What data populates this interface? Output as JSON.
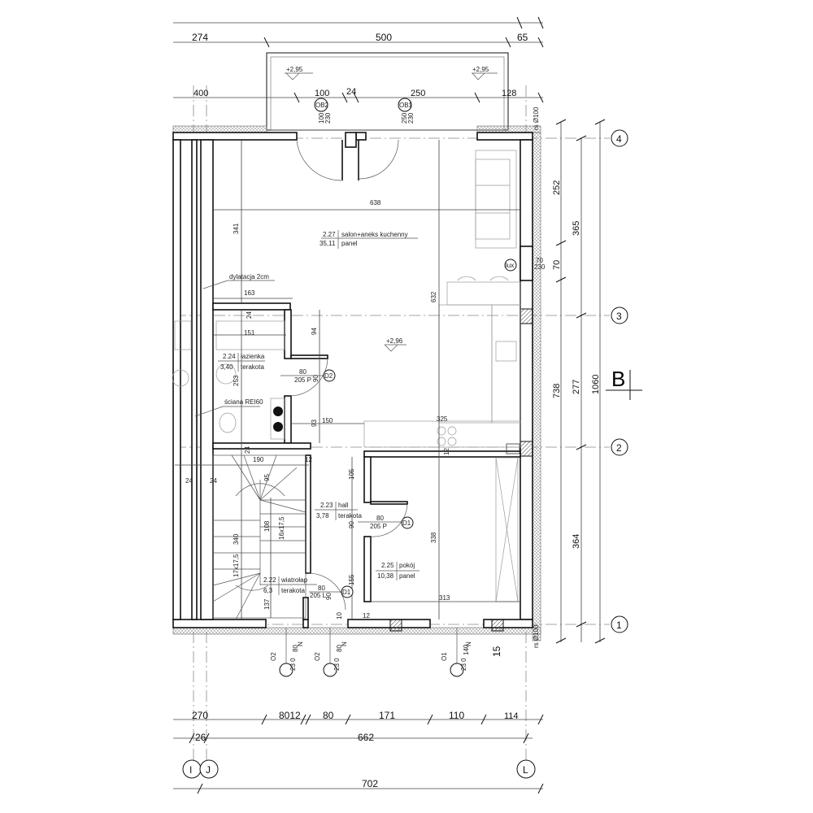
{
  "title_mark": "B",
  "grid_axes": {
    "rows": [
      "4",
      "3",
      "2",
      "1"
    ],
    "cols": [
      "I",
      "J",
      "L"
    ]
  },
  "top_dims": {
    "row1": [
      "274",
      "500",
      "65"
    ],
    "row2": [
      "400",
      "100",
      "24",
      "250",
      "128"
    ]
  },
  "levels": {
    "balcony_left": "+2,95",
    "balcony_right": "+2,95",
    "floor": "+2,96"
  },
  "windows": {
    "ob2": {
      "tag": "OB2",
      "w": "100",
      "h": "230"
    },
    "ob1": {
      "tag": "OB1",
      "w": "250",
      "h": "230"
    },
    "side": {
      "w": "70",
      "h": "230"
    },
    "bottom": [
      {
        "tag": "O2",
        "size": "80",
        "h": "23 0",
        "n": "N"
      },
      {
        "tag": "O2",
        "size": "80",
        "h": "23 0",
        "n": "N"
      },
      {
        "tag": "O1",
        "size": "140",
        "h": "23 0",
        "n": "N"
      }
    ]
  },
  "pipes": {
    "top": "rs Ø100",
    "bottom": "rs Ø100"
  },
  "right_dims": {
    "inner": [
      "252",
      "70",
      "738"
    ],
    "middle": [
      "365",
      "277",
      "364"
    ],
    "outer": "1060"
  },
  "bottom_dims": {
    "row1": [
      "270",
      "8012",
      "80",
      "171",
      "110",
      "114"
    ],
    "row2": [
      "26",
      "662"
    ],
    "row3": "702",
    "misc": "15"
  },
  "rooms": [
    {
      "no": "2.27",
      "name": "salon+aneks kuchenny",
      "area": "35,11",
      "floor": "panel"
    },
    {
      "no": "2.24",
      "name": "łazienka",
      "area": "3,40",
      "floor": "terakota"
    },
    {
      "no": "2.23",
      "name": "hall",
      "area": "3,78",
      "floor": "terakota"
    },
    {
      "no": "2.25",
      "name": "pokój",
      "area": "10,38",
      "floor": "panel"
    },
    {
      "no": "2.22",
      "name": "wiatrołap",
      "area": "6,3",
      "floor": "terakota"
    }
  ],
  "doors": {
    "d2": {
      "tag": "D2",
      "w": "80",
      "h": "205 P",
      "dim": "90"
    },
    "d1_hall": {
      "tag": "D1",
      "w": "80",
      "h": "205 P",
      "dim": "90"
    },
    "d1_entry": {
      "tag": "D1",
      "w": "80",
      "h": "205 L",
      "dim": "90"
    }
  },
  "notes": {
    "dilatation": "dylatacja 2cm",
    "wall": "ściana REI60",
    "lux": "lux"
  },
  "interior_dims": {
    "d638": "638",
    "d341": "341",
    "d632": "632",
    "d163": "163",
    "d24a": "24",
    "d151": "151",
    "d94": "94",
    "d253": "253",
    "d93": "93",
    "d150": "150",
    "d325": "325",
    "d12a": "12",
    "d24b": "24",
    "d190": "190",
    "d12b": "12",
    "d24c": "24",
    "d24d": "24",
    "d95": "95",
    "d108": "108",
    "stairs_upper": "16x17,5",
    "d340": "340",
    "stairs_lower": "17x17,5",
    "d137": "137",
    "d105": "105",
    "d155": "155",
    "d10": "10",
    "d12c": "12",
    "d338": "338",
    "d313": "313"
  }
}
